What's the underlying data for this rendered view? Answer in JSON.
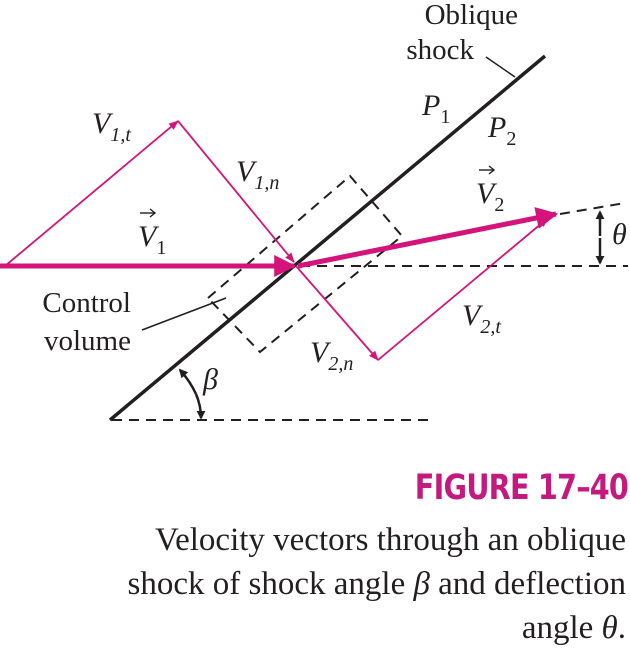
{
  "labels": {
    "shock": [
      "Oblique",
      "shock"
    ],
    "p1": {
      "base": "P",
      "sub": "1"
    },
    "p2": {
      "base": "P",
      "sub": "2"
    },
    "v1t": {
      "base": "V",
      "sub": "1,t"
    },
    "v1n": {
      "base": "V",
      "sub": "1,n"
    },
    "v1": {
      "base": "V",
      "sub": "1"
    },
    "v2": {
      "base": "V",
      "sub": "2"
    },
    "v2t": {
      "base": "V",
      "sub": "2,t"
    },
    "v2n": {
      "base": "V",
      "sub": "2,n"
    },
    "control_volume": [
      "Control",
      "volume"
    ],
    "theta": "θ",
    "beta": "β"
  },
  "figure_number": "FIGURE 17–40",
  "caption": {
    "line1": "Velocity vectors through an oblique",
    "line2_pre": "shock of shock angle ",
    "beta": "β",
    "line2_post": " and deflection",
    "line3_pre": "angle ",
    "theta": "θ",
    "line3_post": "."
  },
  "colors": {
    "magenta": "#d4147a",
    "ink": "#231f20"
  }
}
